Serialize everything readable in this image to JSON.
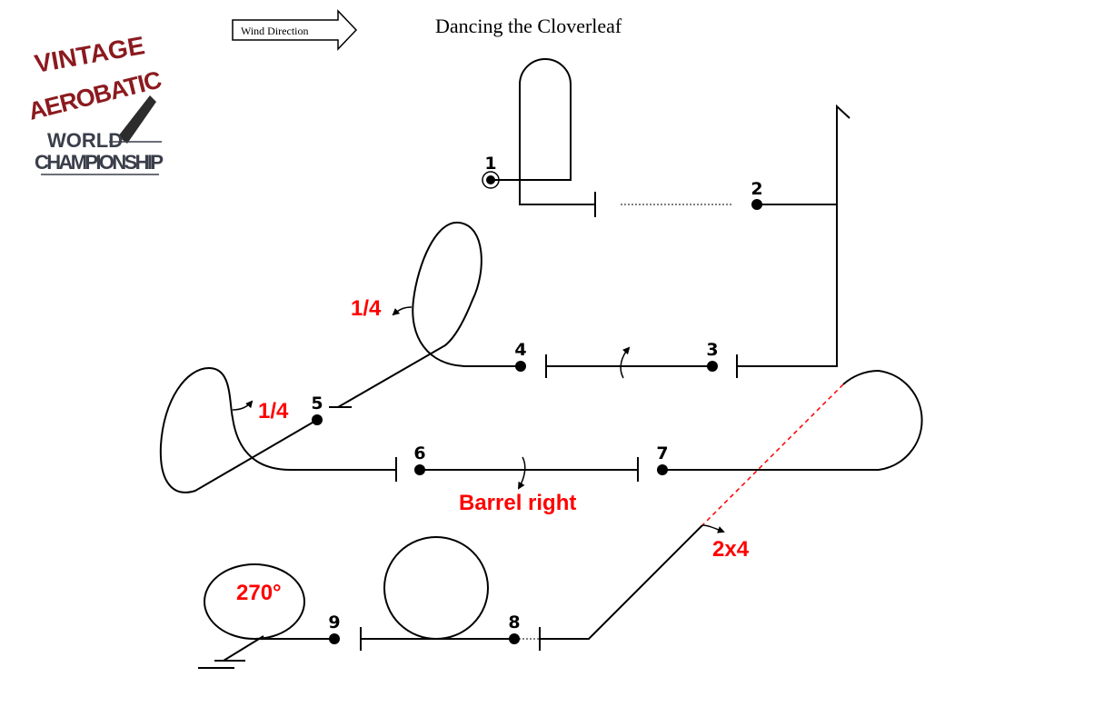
{
  "title": "Dancing the Cloverleaf",
  "wind_label": "Wind Direction",
  "logo": {
    "line1": "VINTAGE",
    "line2": "AEROBATIC",
    "line3": "WORLD",
    "line4": "CHAMPIONSHIP"
  },
  "figures": [
    "1",
    "2",
    "3",
    "4",
    "5",
    "6",
    "7",
    "8",
    "9"
  ],
  "annotations": {
    "quarter_a": "1/4",
    "quarter_b": "1/4",
    "barrel": "Barrel right",
    "roll_2x4": "2x4",
    "deg270": "270°"
  },
  "colors": {
    "line": "#000000",
    "annotation": "#ff0000",
    "logo_red": "#8b1a1f",
    "logo_dark": "#3a3f4a"
  }
}
